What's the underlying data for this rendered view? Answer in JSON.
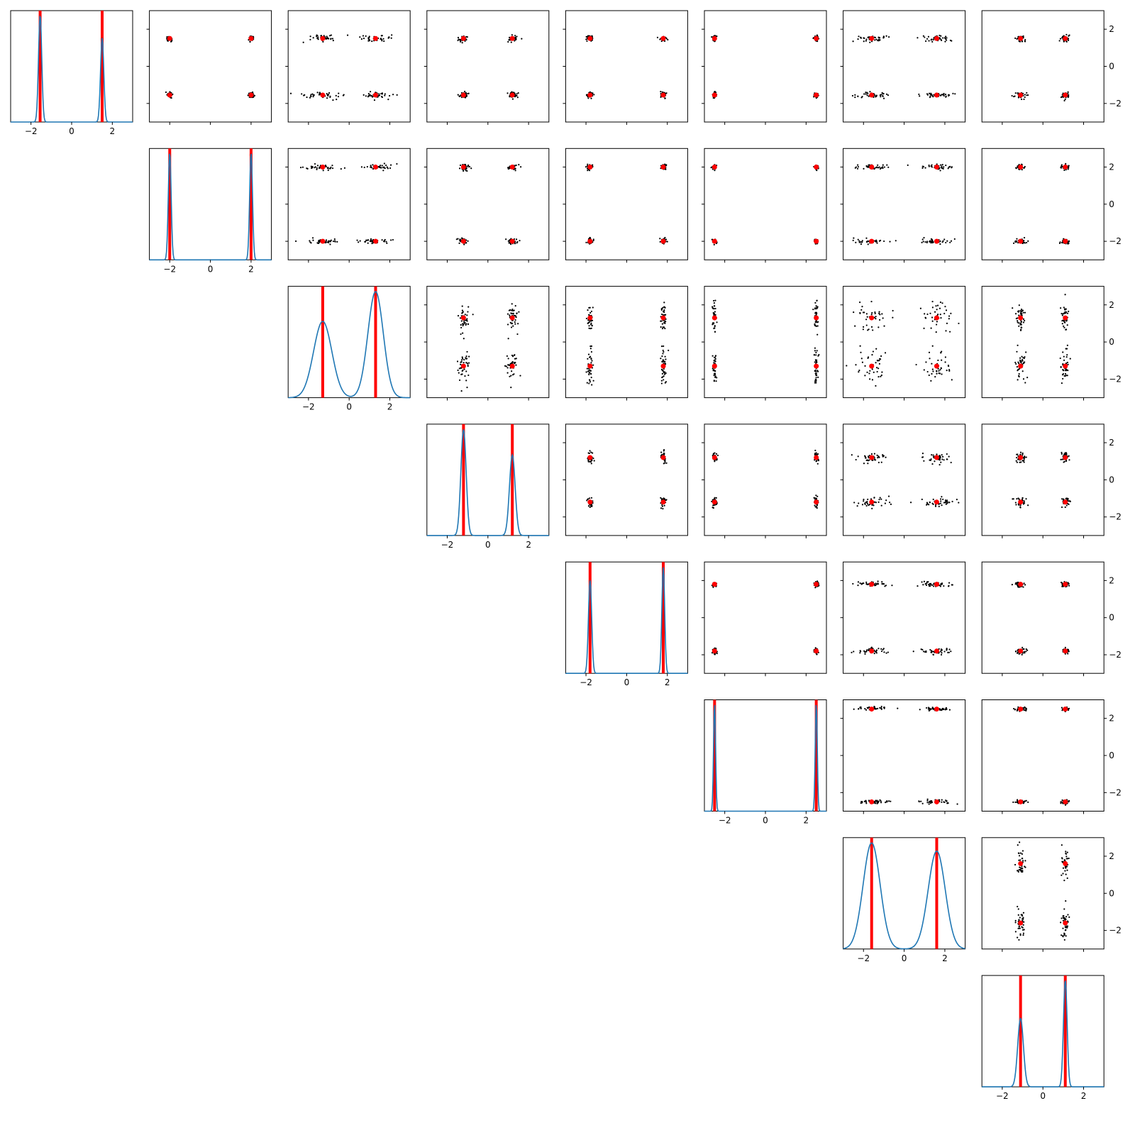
{
  "figure": {
    "title": "",
    "n_dims": 8,
    "axis_range": [
      -3,
      3
    ],
    "tick_values": [
      -2,
      0,
      2
    ],
    "tick_labels": [
      "−2",
      "0",
      "2"
    ],
    "colors": {
      "kde_line": "#1f77b4",
      "marker_line": "#ff0000",
      "scatter_point": "#000000",
      "cluster_marker": "#ff0000",
      "background": "#ffffff"
    }
  },
  "chart_data": {
    "type": "scatter",
    "layout": "upper-triangular corner plot: KDE density on diagonal, pairwise scatter above diagonal",
    "grid": false,
    "legend": "none",
    "xlim": [
      -3,
      3
    ],
    "ylim": [
      -3,
      3
    ],
    "dimensions": [
      {
        "index": 0,
        "modes": [
          -1.55,
          1.5
        ],
        "spreads": [
          0.08,
          0.08
        ],
        "weights": [
          0.56,
          0.44
        ],
        "x_tick_labels": [
          "−2",
          "0",
          "2"
        ]
      },
      {
        "index": 1,
        "modes": [
          -2.0,
          2.0
        ],
        "spreads": [
          0.07,
          0.07
        ],
        "weights": [
          0.5,
          0.5
        ],
        "x_tick_labels": [
          "−2",
          "0",
          "2"
        ]
      },
      {
        "index": 2,
        "modes": [
          -1.3,
          1.3
        ],
        "spreads": [
          0.45,
          0.38
        ],
        "weights": [
          0.46,
          0.54
        ],
        "x_tick_labels": [
          "−2",
          "0",
          "2"
        ]
      },
      {
        "index": 3,
        "modes": [
          -1.2,
          1.2
        ],
        "spreads": [
          0.13,
          0.14
        ],
        "weights": [
          0.55,
          0.45
        ],
        "x_tick_labels": [
          "−2",
          "0",
          "2"
        ]
      },
      {
        "index": 4,
        "modes": [
          -1.8,
          1.8
        ],
        "spreads": [
          0.08,
          0.07
        ],
        "weights": [
          0.5,
          0.5
        ],
        "x_tick_labels": [
          "−2",
          "0",
          "2"
        ]
      },
      {
        "index": 5,
        "modes": [
          -2.5,
          2.5
        ],
        "spreads": [
          0.05,
          0.05
        ],
        "weights": [
          0.5,
          0.5
        ],
        "x_tick_labels": [
          "−2",
          "0",
          "2"
        ]
      },
      {
        "index": 6,
        "modes": [
          -1.6,
          1.6
        ],
        "spreads": [
          0.42,
          0.42
        ],
        "weights": [
          0.52,
          0.48
        ],
        "x_tick_labels": [
          "−2",
          "0",
          "2"
        ]
      },
      {
        "index": 7,
        "modes": [
          -1.1,
          1.1
        ],
        "spreads": [
          0.14,
          0.09
        ],
        "weights": [
          0.5,
          0.5
        ],
        "x_tick_labels": [
          "−2",
          "0",
          "2"
        ]
      }
    ],
    "point_counts_per_cluster": 80
  }
}
